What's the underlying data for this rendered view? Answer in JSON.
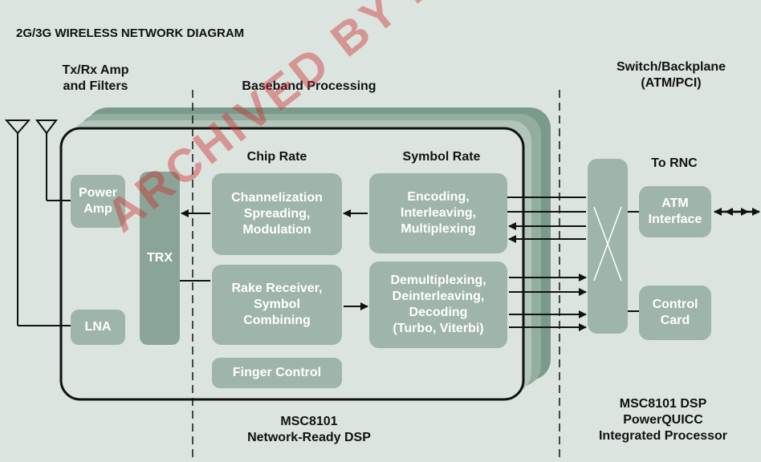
{
  "title": "2G/3G WIRELESS NETWORK DIAGRAM",
  "sections": {
    "txrx": "Tx/Rx Amp\nand Filters",
    "baseband": "Baseband Processing",
    "switch": "Switch/Backplane\n(ATM/PCI)"
  },
  "blocks": {
    "power_amp": "Power\nAmp",
    "lna": "LNA",
    "trx": "TRX",
    "chip_rate": "Chip Rate",
    "symbol_rate": "Symbol Rate",
    "channelization": "Channelization\nSpreading,\nModulation",
    "encoding": "Encoding,\nInterleaving,\nMultiplexing",
    "rake": "Rake Receiver,\nSymbol\nCombining",
    "demux": "Demultiplexing,\nDeinterleaving,\nDecoding\n(Turbo, Viterbi)",
    "finger": "Finger Control",
    "to_rnc": "To RNC",
    "atm": "ATM\nInterface",
    "control": "Control\nCard"
  },
  "footer": {
    "dsp": "MSC8101\nNetwork-Ready DSP",
    "pq": "MSC8101 DSP\nPowerQUICC\nIntegrated Processor"
  },
  "watermark": "ARCHIVED BY FREESCALE",
  "colors": {
    "background": "#dbe4df",
    "box_fill": "#9fb5a9",
    "board_back": "#7a9a8b",
    "trx_fill": "#8aa597",
    "line": "#111111"
  }
}
